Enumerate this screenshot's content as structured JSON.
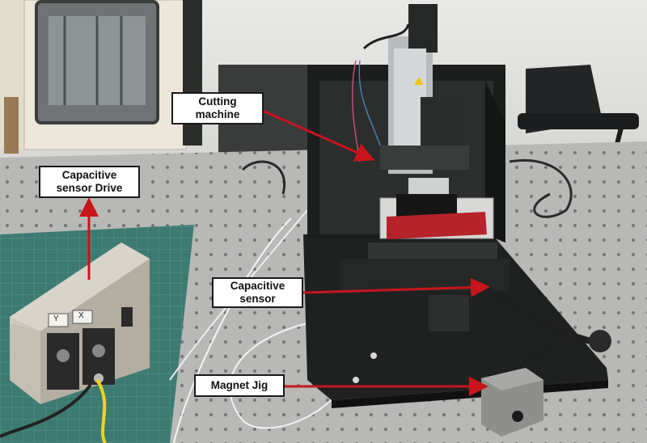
{
  "image_description_labels": {
    "cutting_machine": [
      "Cutting",
      "machine"
    ],
    "sensor_drive": [
      "Capacitive",
      "sensor Drive"
    ],
    "capacitive_sensor": [
      "Capacitive",
      "sensor"
    ],
    "magnet_jig": [
      "Magnet Jig"
    ]
  },
  "box_labels": {
    "channel_x": "X",
    "channel_y": "Y"
  },
  "colors": {
    "arrow": "#c8151b",
    "box_border": "#1a1a1a",
    "table": "#b8b9b6",
    "mat": "#3d7a72"
  }
}
